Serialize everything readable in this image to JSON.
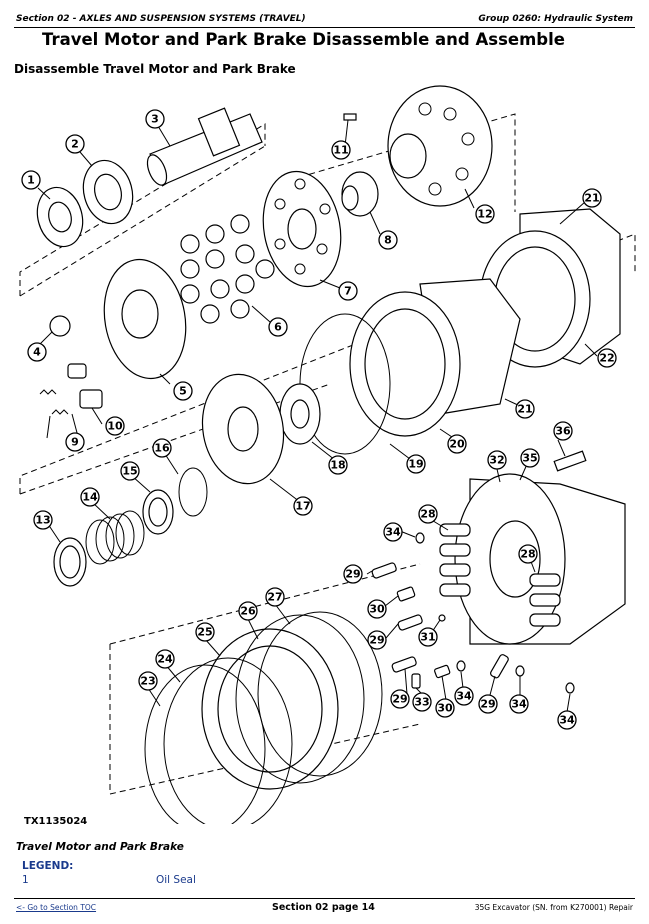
{
  "header": {
    "section": "Section 02 - AXLES AND SUSPENSION SYSTEMS (TRAVEL)",
    "group": "Group 0260: Hydraulic System"
  },
  "page_title": "Travel Motor and Park Brake Disassemble and Assemble",
  "subtitle": "Disassemble Travel Motor and Park Brake",
  "figure": {
    "id": "TX1135024",
    "caption": "Travel Motor and Park Brake",
    "callouts": [
      "1",
      "2",
      "3",
      "4",
      "5",
      "6",
      "7",
      "8",
      "9",
      "10",
      "11",
      "12",
      "13",
      "14",
      "15",
      "16",
      "17",
      "18",
      "19",
      "20",
      "21",
      "21",
      "22",
      "23",
      "24",
      "25",
      "26",
      "27",
      "28",
      "28",
      "29",
      "29",
      "29",
      "29",
      "30",
      "30",
      "31",
      "32",
      "33",
      "34",
      "34",
      "34",
      "34",
      "35",
      "36"
    ]
  },
  "legend": {
    "heading": "LEGEND:",
    "items": [
      {
        "number": "1",
        "name": "Oil Seal"
      }
    ]
  },
  "footer": {
    "toc_link": "<- Go to Section TOC",
    "page": "Section 02 page 14",
    "machine": "35G Excavator (SN. from K270001) Repair"
  }
}
